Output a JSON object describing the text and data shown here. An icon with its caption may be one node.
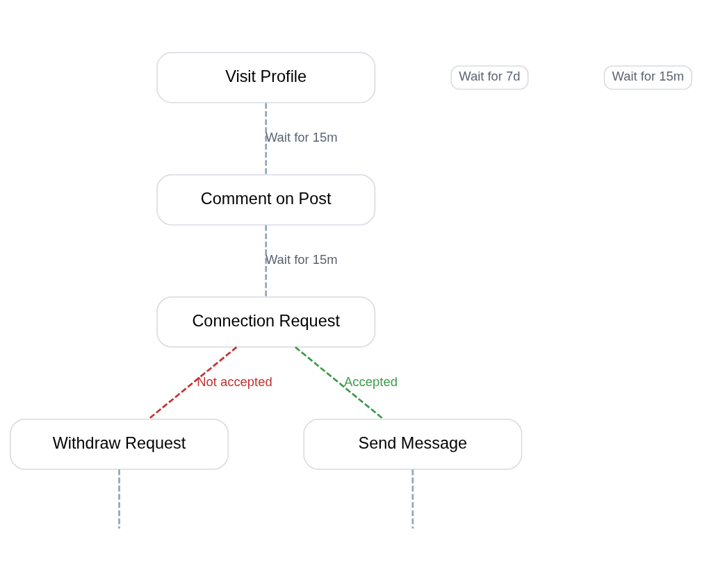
{
  "diagram": {
    "nodes": [
      {
        "text": [
          "Visit Profile"
        ]
      },
      {
        "text": [
          "Comment on Post"
        ]
      },
      {
        "text": [
          "Connection Request"
        ]
      },
      {
        "text": [
          "Withdraw Request"
        ]
      },
      {
        "text": [
          "Send Message"
        ]
      }
    ],
    "edges": [
      {
        "from": 0,
        "to": 1,
        "arrow": "none",
        "style": "dashed",
        "label": "Wait for 15m"
      },
      {
        "from": 1,
        "to": 2,
        "arrow": "none",
        "style": "dashed",
        "label": "Wait for 15m"
      },
      {
        "from": 2,
        "to": 3,
        "arrow": "none",
        "style": "dashed",
        "color": "#c53030",
        "label": "Not accepted"
      },
      {
        "from": 2,
        "to": 4,
        "arrow": "none",
        "style": "dashed",
        "color": "#3d9a4a",
        "label": "Accepted"
      },
      {
        "from": 3,
        "to": null,
        "arrow": "none",
        "style": "dashed"
      },
      {
        "from": 4,
        "to": null,
        "arrow": "none",
        "style": "dashed"
      }
    ],
    "labels": [
      "Wait for 7d",
      "Wait for 15m"
    ]
  }
}
